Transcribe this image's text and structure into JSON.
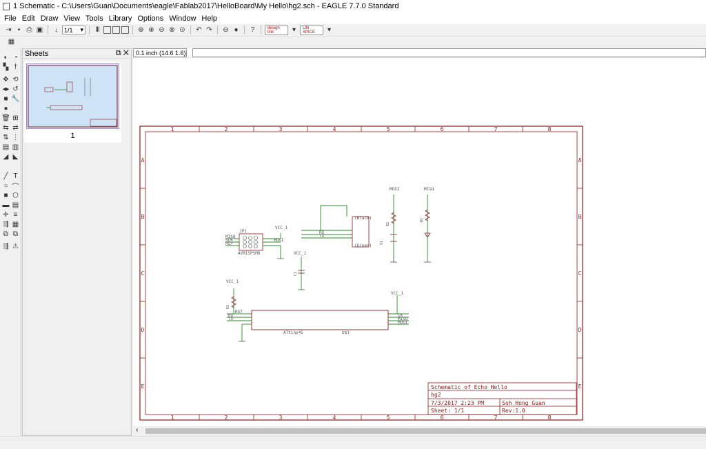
{
  "window": {
    "title": "1 Schematic - C:\\Users\\Guan\\Documents\\eagle\\Fablab2017\\HelloBoard\\My Hello\\hg2.sch - EAGLE 7.7.0 Standard"
  },
  "menu": [
    "File",
    "Edit",
    "Draw",
    "View",
    "Tools",
    "Library",
    "Options",
    "Window",
    "Help"
  ],
  "toolbar": {
    "sheet_select": "1/1",
    "brand1": "design link",
    "brand2": "LIN SPICE"
  },
  "sheets_panel": {
    "title": "Sheets",
    "thumb_label": "1"
  },
  "command": {
    "coord": "0.1 inch (14.6 1.6)"
  },
  "frame": {
    "cols": [
      "1",
      "2",
      "3",
      "4",
      "5",
      "6",
      "7",
      "8"
    ],
    "rows": [
      "A",
      "B",
      "C",
      "D",
      "E"
    ]
  },
  "titleblock": {
    "title": "Schematic of Echo Hello",
    "name": "hg2",
    "date": "7/3/2017 2:23 PM",
    "author": "Soh Hong Guan",
    "sheet": "Sheet: 1/1",
    "rev": "Rev:1.0"
  },
  "schematic": {
    "jp1": "JP1",
    "jp1_name": "AVRISPSMD",
    "miso": "MISO",
    "mosi": "MOSI",
    "sck": "SCK",
    "rst": "RST",
    "vcc": "VCC_1",
    "rx": "RX",
    "tx": "TX",
    "c1": "C1",
    "r1": "R1",
    "r2": "R2",
    "r3": "R3",
    "s1": "S1",
    "u1": "U$1",
    "attiny": "ATtiny45",
    "black": "(Black)",
    "green": "(Green)",
    "ck": "CK"
  },
  "colors": {
    "frame": "#8b1a1a",
    "net": "#2a8a2a",
    "part": "#8b1a1a",
    "label": "#6b6b6b"
  }
}
